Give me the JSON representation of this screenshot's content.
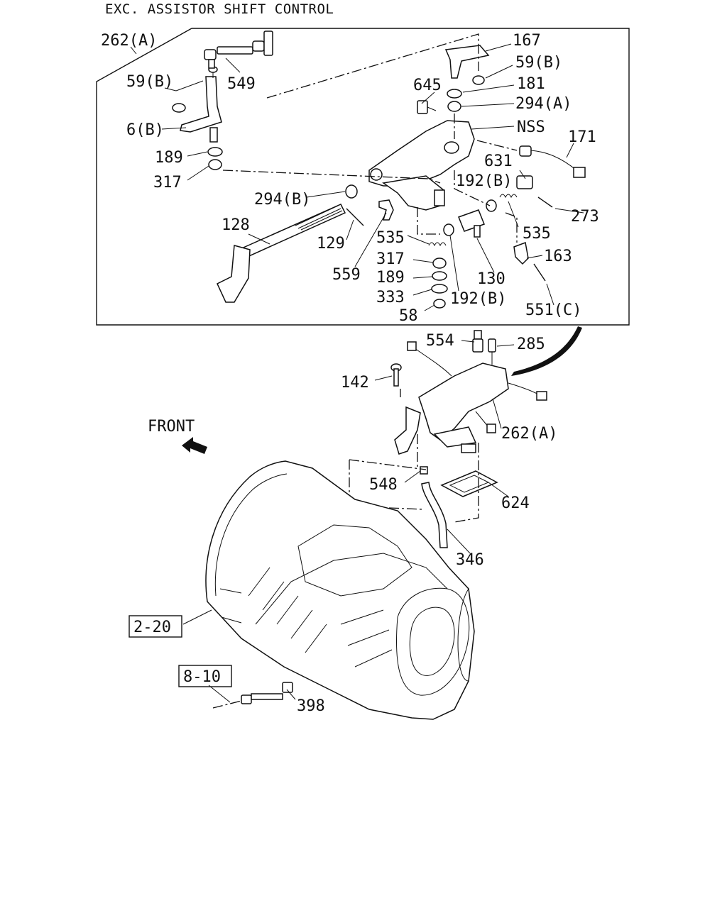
{
  "title": "EXC. ASSISTOR SHIFT CONTROL",
  "front_label": "FRONT",
  "callouts": {
    "c262a_top": "262(A)",
    "c167": "167",
    "c59b_right": "59(B)",
    "c549": "549",
    "c59b_left": "59(B)",
    "c645": "645",
    "c181": "181",
    "c294a": "294(A)",
    "c6b": "6(B)",
    "cnss": "NSS",
    "c171": "171",
    "c189_top": "189",
    "c631": "631",
    "c317_top": "317",
    "c192b_top": "192(B)",
    "c294b": "294(B)",
    "c273": "273",
    "c128": "128",
    "c535_left": "535",
    "c535_right": "535",
    "c129": "129",
    "c317_mid": "317",
    "c163": "163",
    "c559": "559",
    "c130": "130",
    "c189_mid": "189",
    "c333": "333",
    "c192b_bot": "192(B)",
    "c58": "58",
    "c551c": "551(C)",
    "c554": "554",
    "c285": "285",
    "c142": "142",
    "c262a_bot": "262(A)",
    "c548": "548",
    "c624": "624",
    "c346": "346",
    "c398": "398"
  },
  "references": {
    "ref_2_20": "2-20",
    "ref_8_10": "8-10"
  }
}
